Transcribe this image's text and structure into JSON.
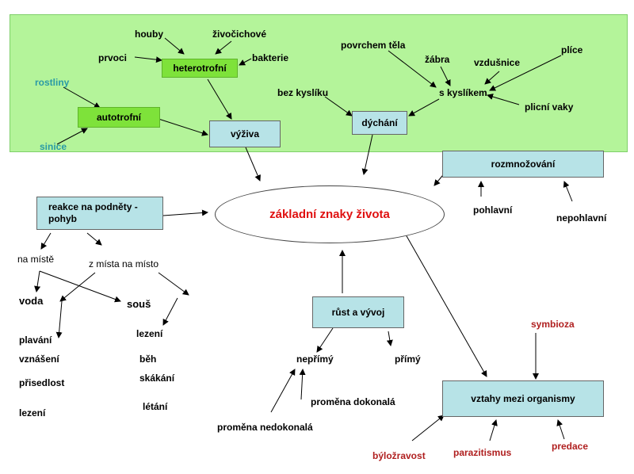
{
  "center": "základní znaky života",
  "nodes": {
    "heterotrofni": "heterotrofní",
    "autotrofni": "autotrofní",
    "vyziva": "výživa",
    "dychani": "dýchání",
    "rozmnozovani": "rozmnožování",
    "reakce": "reakce na podněty - pohyb",
    "rust": "růst a vývoj",
    "vztahy": "vztahy mezi organismy"
  },
  "labels": {
    "houby": "houby",
    "zivocichove": "živočichové",
    "prvoci": "prvoci",
    "bakterie": "bakterie",
    "rostliny": "rostliny",
    "sinice": "sinice",
    "povrchem_tela": "povrchem těla",
    "zabra": "žábra",
    "vzdusnice": "vzdušnice",
    "plice": "plíce",
    "bez_kysliku": "bez kyslíku",
    "s_kyslikem": "s kyslíkem",
    "plicni_vaky": "plicní vaky",
    "pohlavni": "pohlavní",
    "nepohlavni": "nepohlavní",
    "na_miste": "na místě",
    "z_mista": "z místa na místo",
    "voda": "voda",
    "sous": "souš",
    "plavani": "plavání",
    "vznaseni": "vznášení",
    "prisedlost": "přisedlost",
    "lezeni_voda": "lezení",
    "lezeni_sous": "lezení",
    "beh": "běh",
    "skakani": "skákání",
    "letani": "létání",
    "neprimy": "nepřímý",
    "primy": "přímý",
    "promena_dokonala": "proměna dokonalá",
    "promena_nedokonala": "proměna nedokonalá",
    "symbioza": "symbioza",
    "bylozravost": "býložravost",
    "parazitismus": "parazitismus",
    "predace": "predace"
  }
}
